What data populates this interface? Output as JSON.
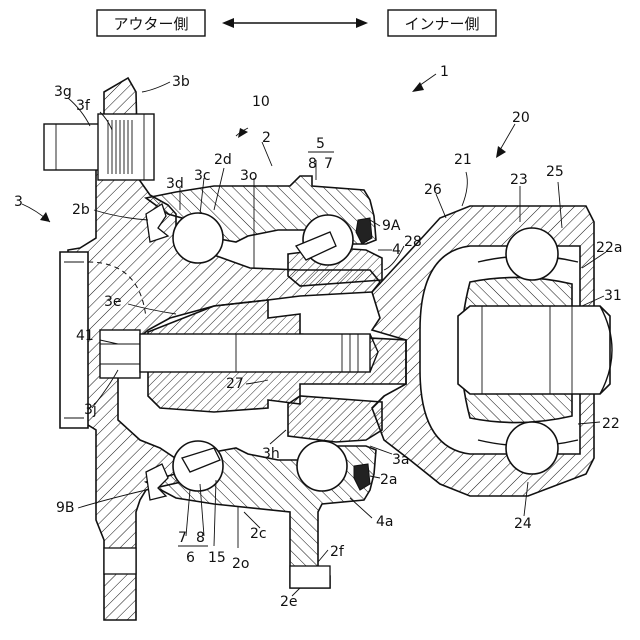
{
  "direction": {
    "outer_side": "アウター側",
    "inner_side": "インナー側"
  },
  "labels": {
    "l1": "1",
    "l3g": "3g",
    "l3f": "3f",
    "l3b": "3b",
    "l10": "10",
    "l2": "2",
    "l5": "5",
    "l8top": "8",
    "l7top": "7",
    "l20": "20",
    "l21": "21",
    "l3": "3",
    "l2b": "2b",
    "l3d": "3d",
    "l3c": "3c",
    "l2d": "2d",
    "l3o": "3o",
    "l9A": "9A",
    "l4": "4",
    "l28": "28",
    "l26": "26",
    "l23": "23",
    "l25": "25",
    "l22a": "22a",
    "l31": "31",
    "l3e": "3e",
    "l41": "41",
    "l27": "27",
    "l3j": "3j",
    "l3h": "3h",
    "l3a": "3a",
    "l2a": "2a",
    "l22": "22",
    "l9B": "9B",
    "l2c": "2c",
    "l4a": "4a",
    "l24": "24",
    "l7bot": "7",
    "l8bot": "8",
    "l6": "6",
    "l15": "15",
    "l2o": "2o",
    "l2f": "2f",
    "l2e": "2e"
  }
}
